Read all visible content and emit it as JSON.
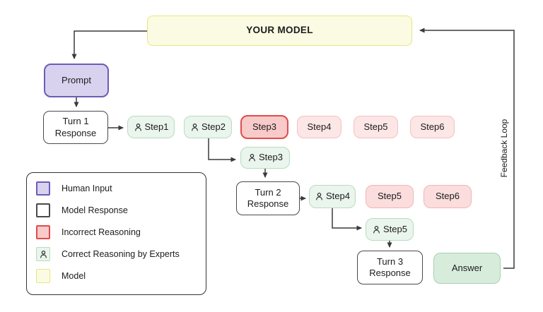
{
  "diagram": {
    "model_box_label": "YOUR MODEL",
    "prompt_label": "Prompt",
    "turn1_label": "Turn 1 Response",
    "turn2_label": "Turn 2 Response",
    "turn3_label": "Turn 3 Response",
    "answer_label": "Answer",
    "feedback_label": "Feedback Loop",
    "row1": {
      "step1": "Step1",
      "step2": "Step2",
      "step3": "Step3",
      "step4": "Step4",
      "step5": "Step5",
      "step6": "Step6"
    },
    "row2": {
      "step3": "Step3",
      "step4": "Step4",
      "step5": "Step5",
      "step6": "Step6"
    },
    "row3": {
      "step5": "Step5"
    }
  },
  "legend": {
    "items": [
      {
        "label": "Human Input"
      },
      {
        "label": "Model Response"
      },
      {
        "label": "Incorrect Reasoning"
      },
      {
        "label": "Correct Reasoning by Experts"
      },
      {
        "label": "Model"
      }
    ]
  },
  "colors": {
    "human_input_fill": "#d9d2ee",
    "human_input_border": "#6c5cb7",
    "model_response_fill": "#ffffff",
    "model_response_border": "#4a4a4a",
    "incorrect_fill": "#f8caca",
    "incorrect_border": "#e14b4b",
    "incorrect_faded_fill": "#fce6e6",
    "incorrect_faded_border": "#f5c0c0",
    "expert_fill": "#eaf5ed",
    "expert_border": "#b7dcbf",
    "answer_fill": "#d8ecdc",
    "answer_border": "#a8cfaf",
    "model_fill": "#fbfbe3",
    "model_border": "#e6e77e",
    "connector": "#3a3a3a"
  }
}
